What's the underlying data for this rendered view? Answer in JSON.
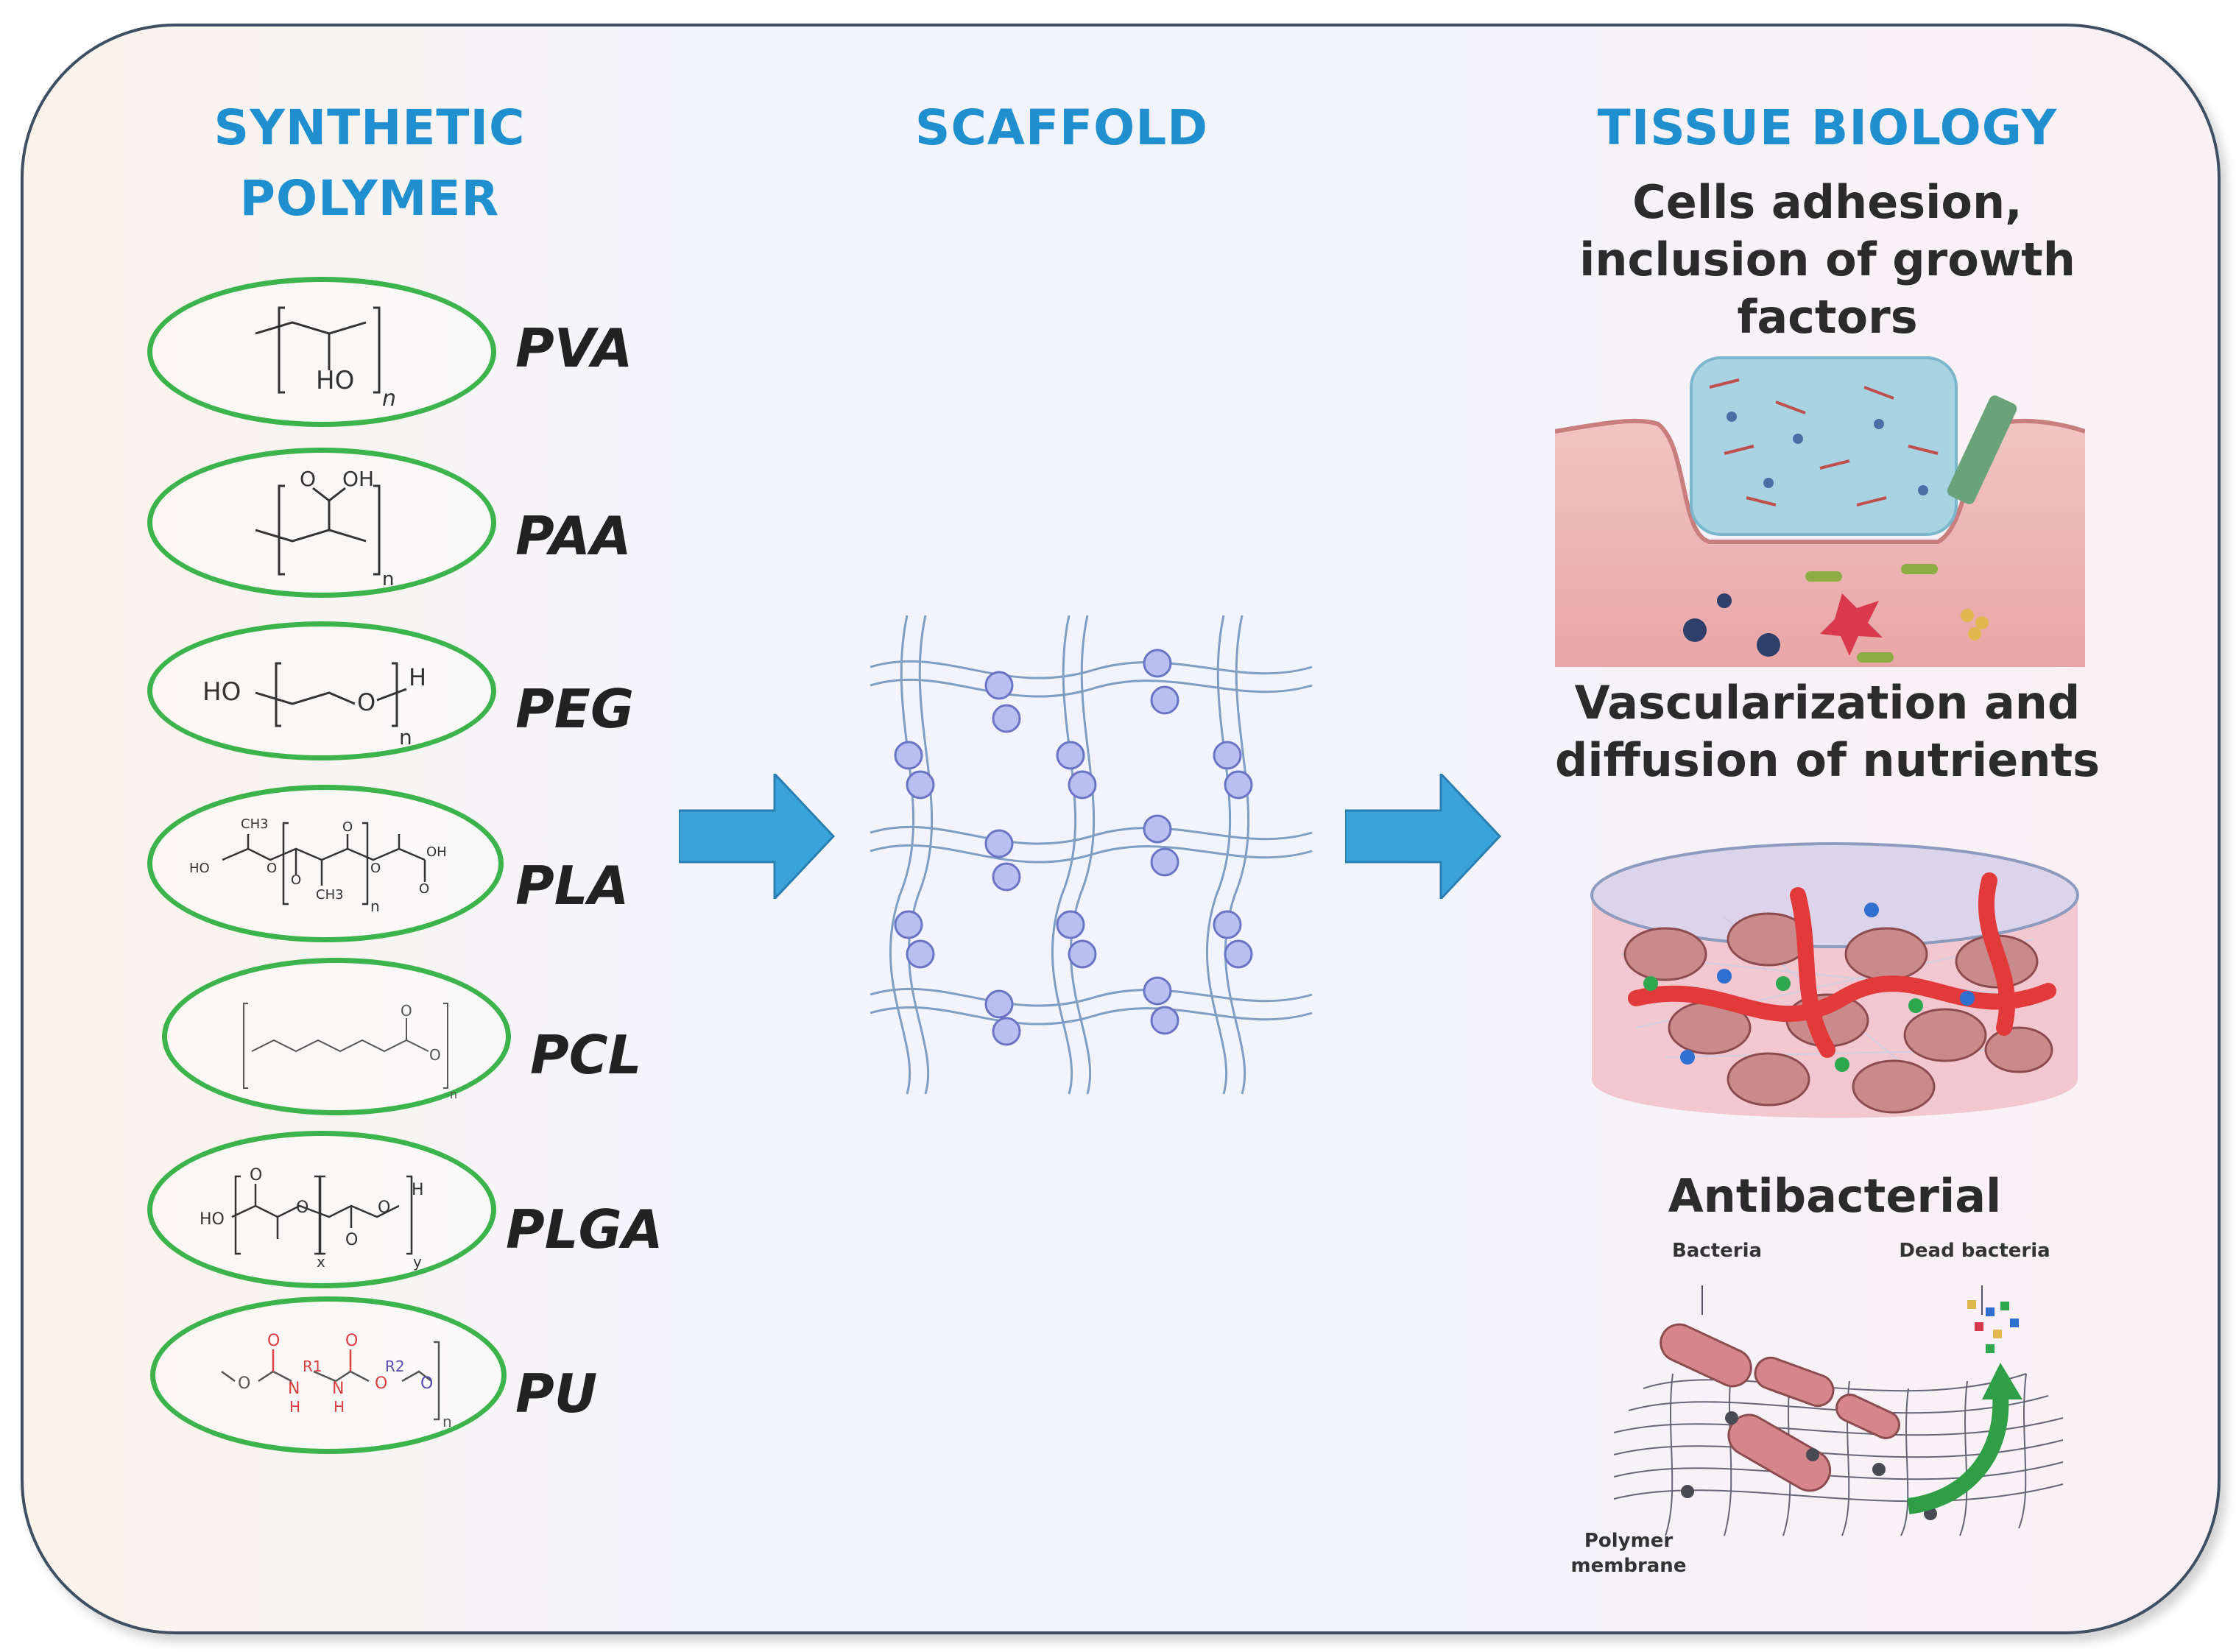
{
  "columns": {
    "synthetic_polymer": {
      "line1": "SYNTHETIC",
      "line2": "POLYMER"
    },
    "scaffold": "SCAFFOLD",
    "tissue_biology": "TISSUE BIOLOGY"
  },
  "polymers": [
    {
      "name": "PVA",
      "structure_text": [
        "HO",
        "n"
      ]
    },
    {
      "name": "PAA",
      "structure_text": [
        "O",
        "OH",
        "n"
      ]
    },
    {
      "name": "PEG",
      "structure_text": [
        "HO",
        "O",
        "H",
        "n"
      ]
    },
    {
      "name": "PLA",
      "structure_text": [
        "CH3",
        "O",
        "O",
        "O",
        "OH",
        "HO",
        "O",
        "O",
        "CH3",
        "n"
      ]
    },
    {
      "name": "PCL",
      "structure_text": [
        "O",
        "O",
        "n"
      ]
    },
    {
      "name": "PLGA",
      "structure_text": [
        "O",
        "HO",
        "O",
        "x",
        "O",
        "O",
        "H",
        "y"
      ]
    },
    {
      "name": "PU",
      "structure_text": [
        "O",
        "O",
        "O",
        "N",
        "R1",
        "N",
        "O",
        "R2",
        "O",
        "H",
        "H",
        "n"
      ]
    }
  ],
  "biology": {
    "adhesion": {
      "line1": "Cells adhesion,",
      "line2": "inclusion of growth",
      "line3": "factors"
    },
    "vascular": {
      "line1": "Vascularization and",
      "line2": "diffusion of nutrients"
    },
    "antibacterial": {
      "title": "Antibacterial",
      "bacteria_label": "Bacteria",
      "dead_label": "Dead bacteria",
      "membrane_label_1": "Polymer",
      "membrane_label_2": "membrane"
    }
  },
  "colors": {
    "heading_blue": "#1f8fcf",
    "ellipse_green": "#3cb44b",
    "arrow_blue": "#3aa3dc",
    "scaffold_line": "#7e9ec4",
    "node_fill": "#b9bff0"
  }
}
